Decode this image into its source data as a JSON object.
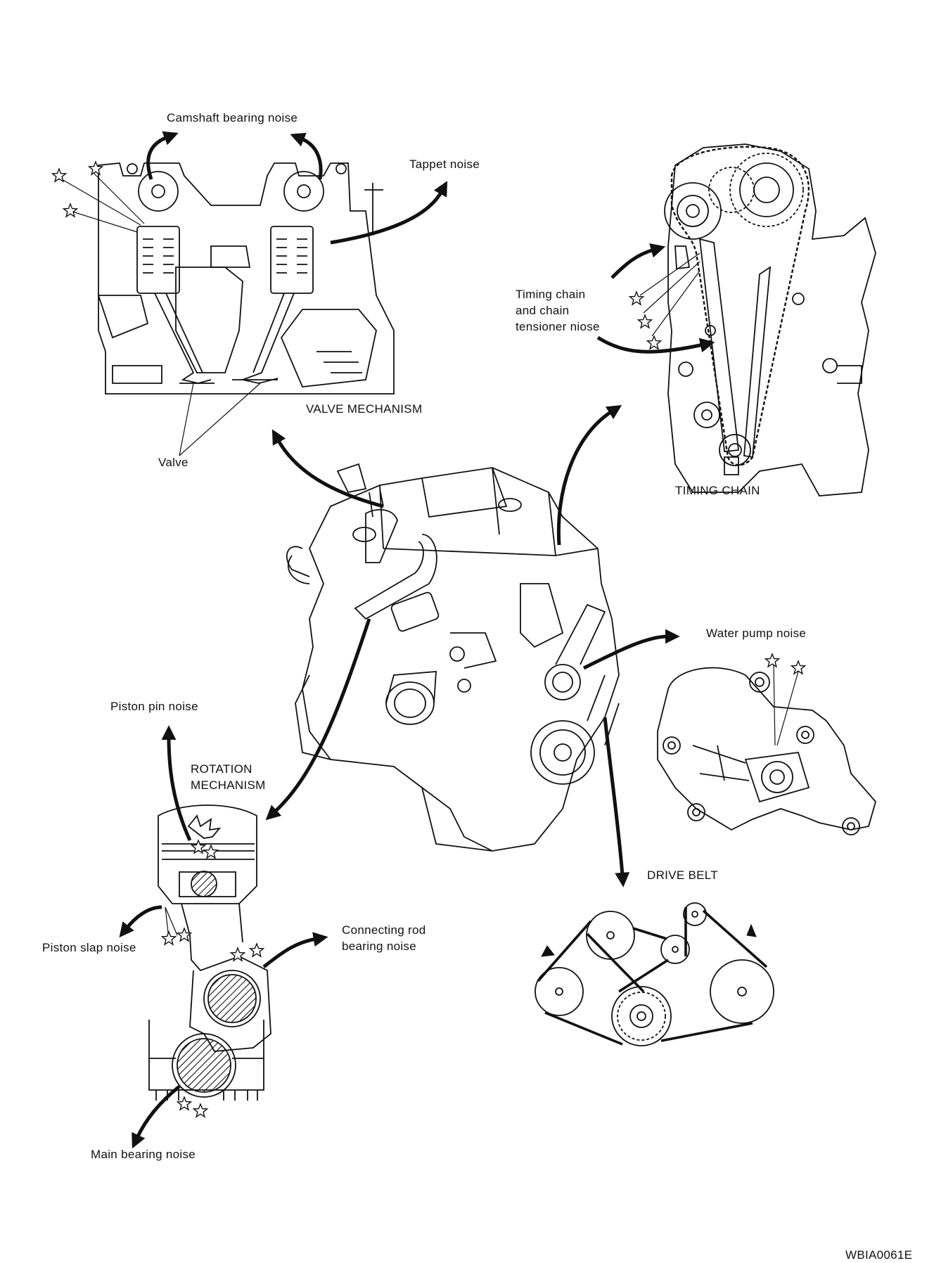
{
  "labels": {
    "camshaft_bearing_noise": "Camshaft bearing noise",
    "tappet_noise": "Tappet noise",
    "valve_mechanism": "VALVE MECHANISM",
    "valve": "Valve",
    "timing_chain_noise": "Timing chain\nand chain\ntensioner niose",
    "timing_chain": "TIMING CHAIN",
    "water_pump_noise": "Water pump noise",
    "piston_pin_noise": "Piston pin noise",
    "rotation_mechanism": "ROTATION\nMECHANISM",
    "piston_slap_noise": "Piston slap noise",
    "connecting_rod_bearing_noise": "Connecting rod\nbearing noise",
    "drive_belt": "DRIVE BELT",
    "main_bearing_noise": "Main bearing noise",
    "figure_code": "WBIA0061E"
  },
  "icons": {
    "noise_marker": "star-outline-icon",
    "direction_arrow": "curved-arrow-icon"
  },
  "colors": {
    "line": "#111111",
    "background": "#ffffff"
  }
}
